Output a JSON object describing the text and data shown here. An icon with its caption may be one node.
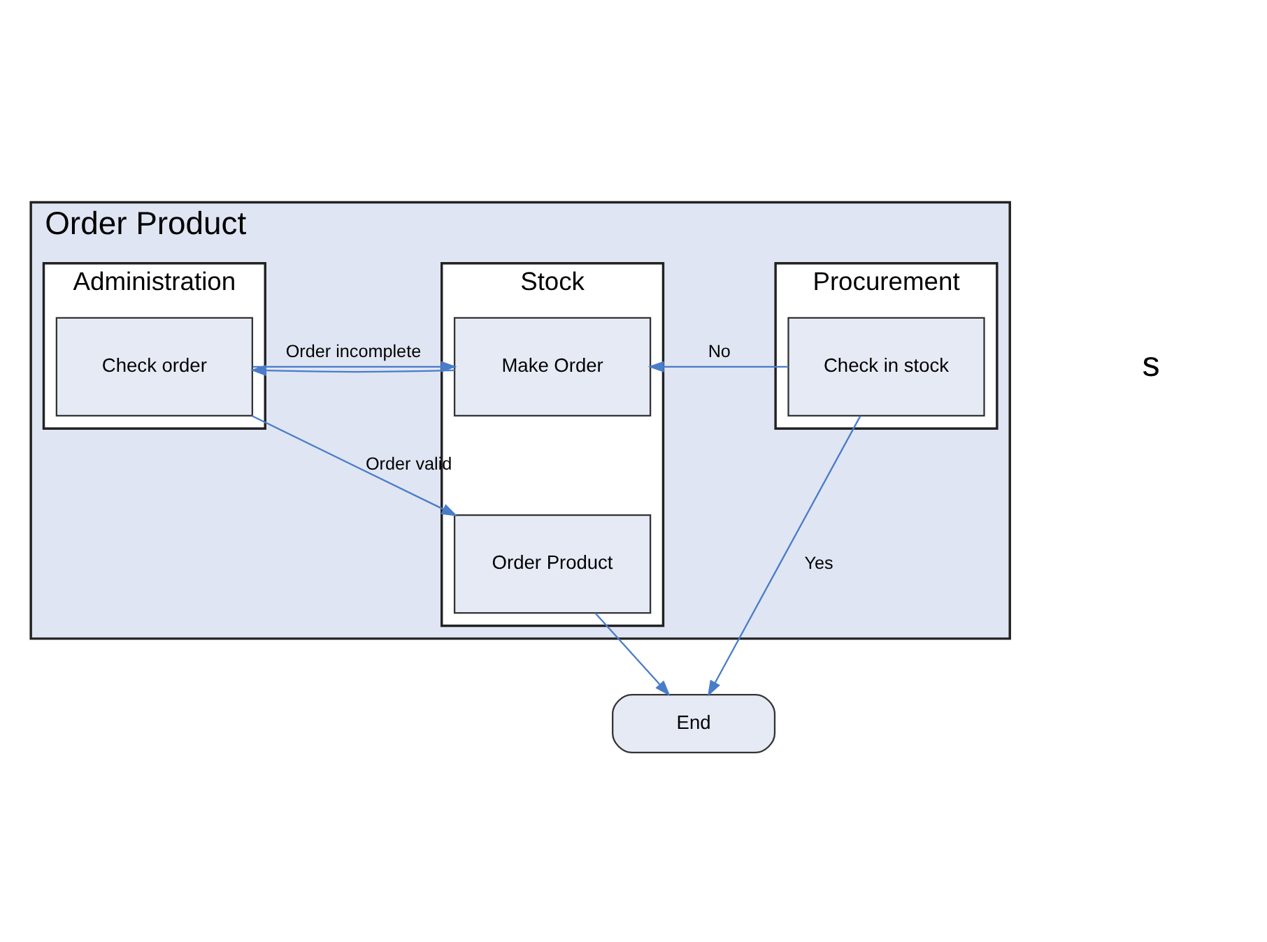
{
  "diagram": {
    "nodes": [
      {
        "text": [
          "Order Product"
        ]
      },
      {
        "text": [
          "Procurement"
        ],
        "in": 0
      },
      {
        "text": [
          "Stock"
        ],
        "in": 0
      },
      {
        "text": [
          "Administration"
        ],
        "in": 0
      },
      {
        "text": [
          "Check in stock"
        ],
        "in": 1
      },
      {
        "text": [
          "Make Order"
        ],
        "in": 2
      },
      {
        "text": [
          "Check order"
        ],
        "in": 3
      },
      {
        "text": [
          "Order Product"
        ],
        "in": 2
      },
      {
        "text": [
          "End"
        ]
      }
    ],
    "edges": [
      {
        "from": 4,
        "to": 5,
        "arrow": "to",
        "label": "No"
      },
      {
        "from": 5,
        "to": 6,
        "arrow": "to"
      },
      {
        "from": 6,
        "to": 5,
        "arrow": "to",
        "label": "Order incomplete"
      },
      {
        "from": 6,
        "to": 7,
        "arrow": "to",
        "label": "Order valid"
      },
      {
        "from": 4,
        "to": 8,
        "arrow": "to",
        "label": "Yes"
      },
      {
        "from": 7,
        "to": 8,
        "arrow": "to"
      }
    ],
    "labels": [
      "s"
    ]
  }
}
